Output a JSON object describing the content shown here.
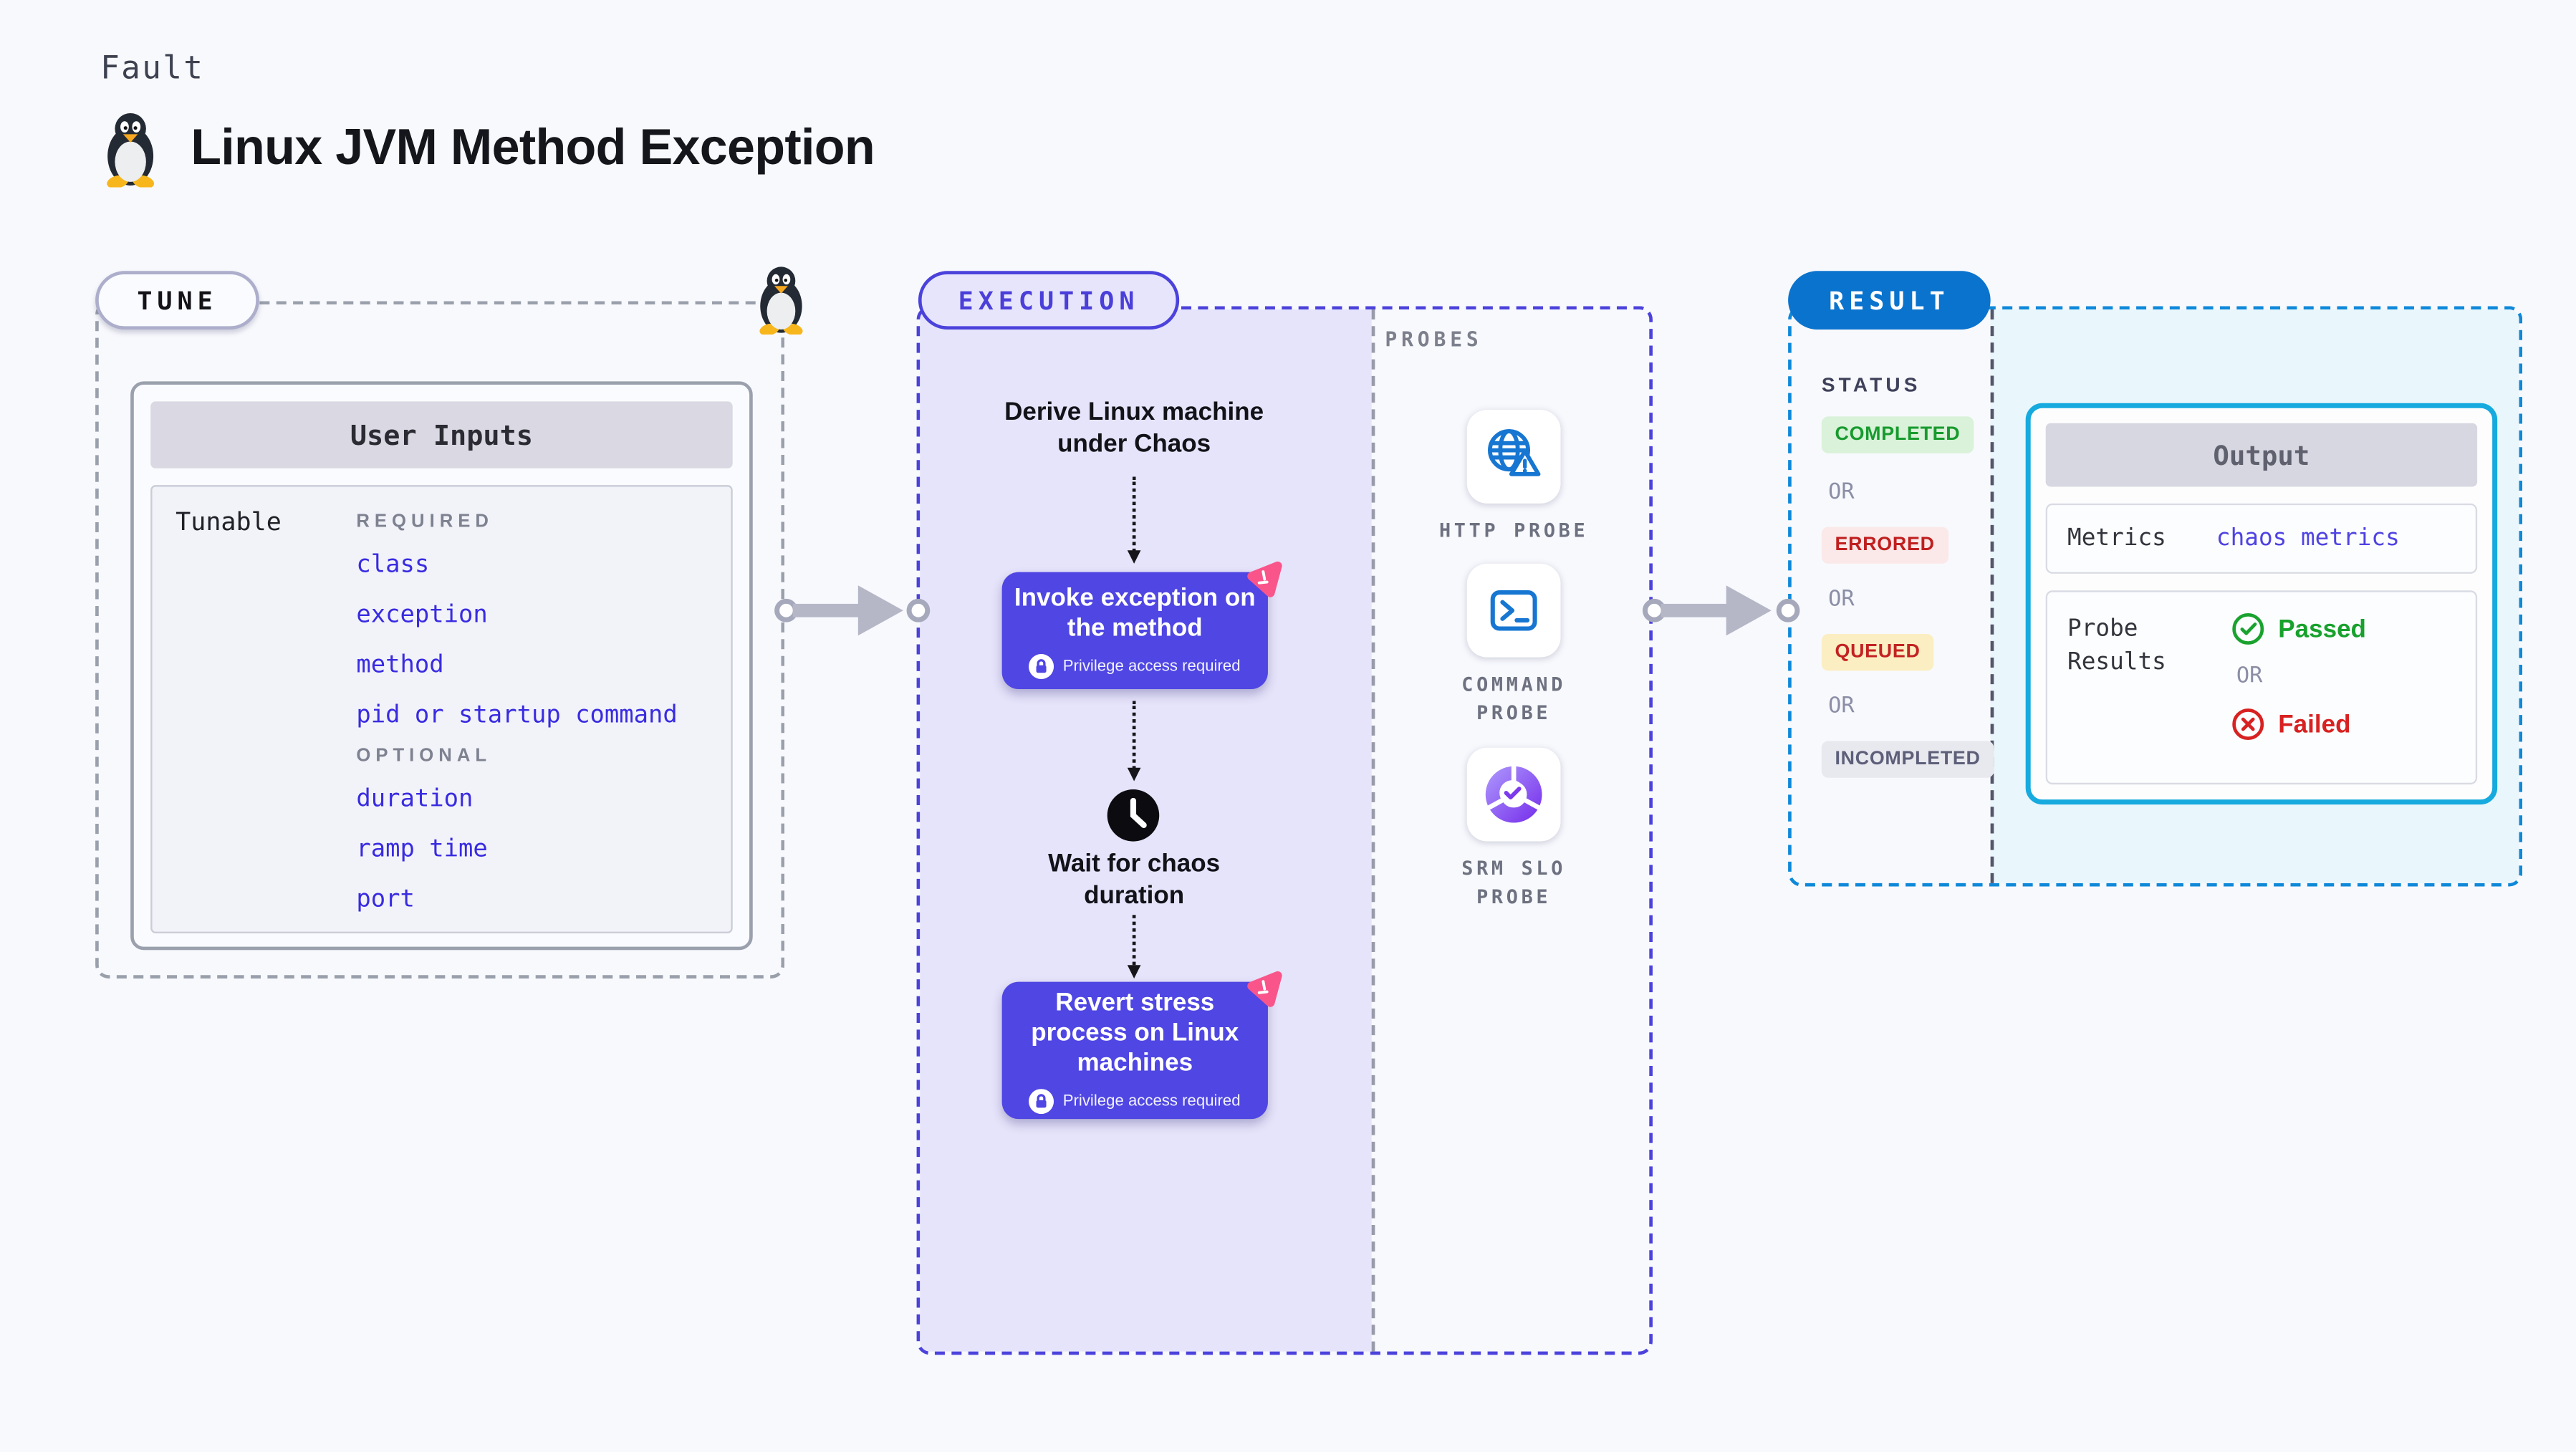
{
  "page": {
    "kicker": "Fault",
    "title": "Linux JVM Method Exception"
  },
  "tune": {
    "badge": "TUNE",
    "table": {
      "header": "User Inputs",
      "row_label": "Tunable",
      "sections": [
        {
          "label": "REQUIRED",
          "items": [
            "class",
            "exception",
            "method",
            "pid or startup command"
          ]
        },
        {
          "label": "OPTIONAL",
          "items": [
            "duration",
            "ramp time",
            "port"
          ]
        }
      ]
    }
  },
  "execution": {
    "badge": "EXECUTION",
    "step_derive": "Derive Linux machine under Chaos",
    "step_invoke": "Invoke exception on the method",
    "privilege_note": "Privilege access required",
    "step_wait": "Wait for chaos duration",
    "step_revert": "Revert stress process on Linux machines"
  },
  "probes": {
    "label": "PROBES",
    "items": [
      {
        "name": "HTTP PROBE",
        "icon": "globe-alert-icon"
      },
      {
        "name": "COMMAND PROBE",
        "icon": "terminal-icon"
      },
      {
        "name": "SRM SLO PROBE",
        "icon": "slo-donut-check-icon"
      }
    ]
  },
  "result": {
    "badge": "RESULT",
    "status_label": "STATUS",
    "or_label": "OR",
    "statuses": [
      "COMPLETED",
      "ERRORED",
      "QUEUED",
      "INCOMPLETED"
    ],
    "output": {
      "header": "Output",
      "metrics_label": "Metrics",
      "metrics_value": "chaos metrics",
      "probe_results_label": "Probe Results",
      "passed": "Passed",
      "failed": "Failed"
    }
  },
  "colors": {
    "accent_indigo": "#4f46e3",
    "execution_border": "#4b42dc",
    "link_blue": "#392be1",
    "result_pill_blue": "#0a73cd",
    "result_border_blue": "#0e88d9",
    "output_border_cyan": "#16aadf",
    "cyan_fill": "#e9f6fb",
    "lavender_fill": "#e6e4fa",
    "completed_green": "#189a2e",
    "errored_red": "#c01f1f",
    "queued_amber_bg": "#fbeec2",
    "chaos_pink": "#f9558a",
    "probe_icon_blue": "#1676d2",
    "slo_purple": "#7c3aed"
  }
}
